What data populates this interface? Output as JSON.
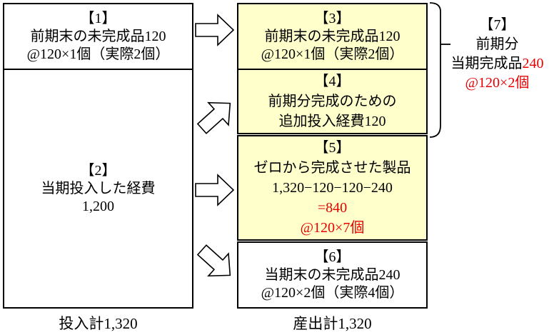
{
  "diagram": {
    "input_column": {
      "box1": {
        "heading": "【1】",
        "line1": "前期末の未完成品120",
        "line2": "@120×1個（実際2個）"
      },
      "box2": {
        "heading": "【2】",
        "line1": "当期投入した経費",
        "line2": "1,200"
      },
      "total": "投入計1,320"
    },
    "output_column": {
      "box3": {
        "heading": "【3】",
        "line1": "前期末の未完成品120",
        "line2": "@120×1個（実際2個）"
      },
      "box4": {
        "heading": "【4】",
        "line1": "前期分完成のための",
        "line2": "追加投入経費120"
      },
      "box5": {
        "heading": "【5】",
        "line1": "ゼロから完成させた製品",
        "line2": "1,320−120−120−240",
        "line3": "=840",
        "line4": "@120×7個"
      },
      "box6": {
        "heading": "【6】",
        "line1": "当期末の未完成品240",
        "line2": "@120×2個（実際4個）"
      },
      "total": "産出計1,320"
    },
    "annotation7": {
      "heading": "【7】",
      "line1": "前期分",
      "line2_black": "当期完成品",
      "line2_red": "240",
      "line3": "@120×2個"
    },
    "colors": {
      "highlight_bg": "#FFFFCC",
      "accent_red": "#E60000",
      "border": "#000000",
      "background": "#FFFFFF"
    }
  }
}
